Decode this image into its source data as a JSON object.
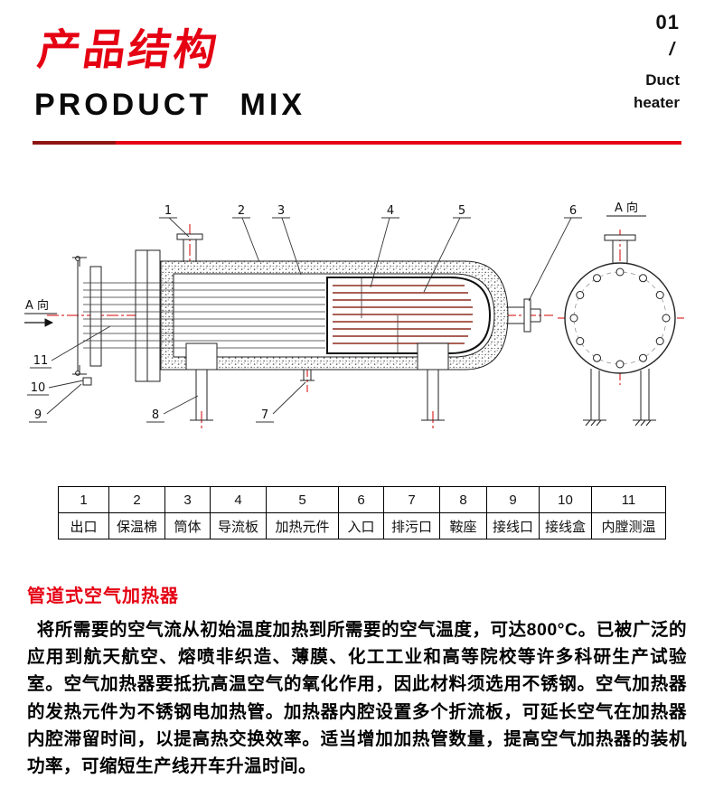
{
  "header": {
    "title_cn": "产品结构",
    "title_en": "PRODUCT MIX",
    "page_number": "01",
    "separator": "/",
    "product_line1": "Duct",
    "product_line2": "heater"
  },
  "diagram": {
    "view_label_left": "A 向",
    "view_label_right": "A 向",
    "callouts": [
      "1",
      "2",
      "3",
      "4",
      "5",
      "6",
      "7",
      "8",
      "9",
      "10",
      "11"
    ]
  },
  "table": {
    "numbers": [
      "1",
      "2",
      "3",
      "4",
      "5",
      "6",
      "7",
      "8",
      "9",
      "10",
      "11"
    ],
    "names": [
      "出口",
      "保温棉",
      "筒体",
      "导流板",
      "加热元件",
      "入口",
      "排污口",
      "鞍座",
      "接线口",
      "接线盒",
      "内膛测温"
    ]
  },
  "description": {
    "heading": "管道式空气加热器",
    "body": "将所需要的空气流从初始温度加热到所需要的空气温度，可达800°C。已被广泛的应用到航天航空、熔喷非织造、薄膜、化工工业和高等院校等许多科研生产试验室。空气加热器要抵抗高温空气的氧化作用，因此材料须选用不锈钢。空气加热器的发热元件为不锈钢电加热管。加热器内腔设置多个折流板，可延长空气在加热器内腔滞留时间，以提高热交换效率。适当增加加热管数量，提高空气加热器的装机功率，可缩短生产线开车升温时间。"
  },
  "colors": {
    "accent_red": "#e50113",
    "divider_dark_red": "#8f1414",
    "centerline_red": "#d40000",
    "heating_tube_red": "#8e2b1e"
  }
}
